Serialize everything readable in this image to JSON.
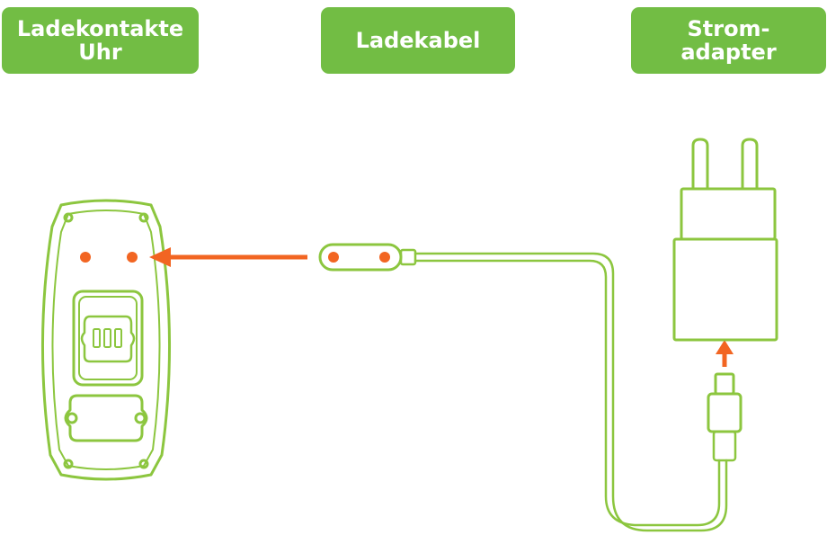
{
  "labels": {
    "watch": {
      "line1": "Ladekontakte",
      "line2": "Uhr"
    },
    "cable": {
      "line1": "Ladekabel"
    },
    "adapter": {
      "line1": "Strom-",
      "line2": "adapter"
    }
  },
  "colors": {
    "label_background": "#72bd44",
    "outline": "#8cc63f",
    "arrow": "#f26522",
    "contact": "#f26522"
  }
}
